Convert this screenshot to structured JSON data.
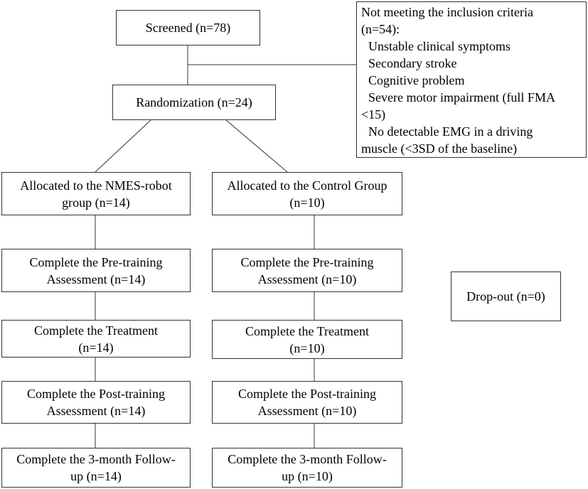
{
  "screened": "Screened (n=78)",
  "randomization": "Randomization (n=24)",
  "exclusion": {
    "title_line1": "Not meeting the inclusion criteria",
    "title_line2": "(n=54):",
    "item1": "Unstable clinical symptoms",
    "item2": "Secondary stroke",
    "item3": "Cognitive problem",
    "item4a": "Severe motor impairment (full FMA",
    "item4b": "<15)",
    "item5a": "No detectable EMG in a driving",
    "item5b": "muscle (<3SD of the  baseline)"
  },
  "left": {
    "alloc1": "Allocated to the NMES-robot",
    "alloc2": "group (n=14)",
    "pre1": "Complete the Pre-training",
    "pre2": "Assessment (n=14)",
    "treat1": "Complete the Treatment",
    "treat2": "(n=14)",
    "post1": "Complete the Post-training",
    "post2": "Assessment (n=14)",
    "follow1": "Complete the 3-month Follow-",
    "follow2": "up (n=14)"
  },
  "right": {
    "alloc1": "Allocated to the Control Group",
    "alloc2": "(n=10)",
    "pre1": "Complete the Pre-training",
    "pre2": "Assessment (n=10)",
    "treat1": "Complete the Treatment",
    "treat2": "(n=10)",
    "post1": "Complete the Post-training",
    "post2": "Assessment (n=10)",
    "follow1": "Complete the 3-month Follow-",
    "follow2": "up (n=10)"
  },
  "dropout": "Drop-out (n=0)"
}
